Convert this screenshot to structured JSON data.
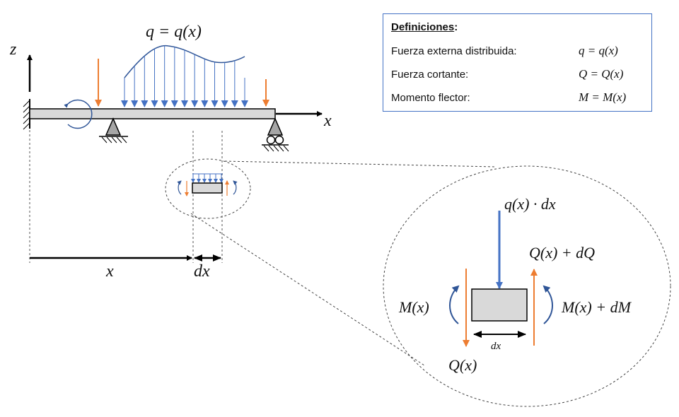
{
  "definitions": {
    "title": "Definiciones",
    "title_suffix": ":",
    "rows": [
      {
        "label": "Fuerza externa distribuida:",
        "equation": "q = q(x)"
      },
      {
        "label": "Fuerza cortante:",
        "equation": "Q = Q(x)"
      },
      {
        "label": "Momento flector:",
        "equation": "M = M(x)"
      }
    ]
  },
  "beam": {
    "load_label": "q = q(x)",
    "z_axis_label": "z",
    "x_axis_label": "x",
    "position_label": "x",
    "element_width_label": "dx"
  },
  "detail": {
    "distributed_load_label": "q(x) · dx",
    "shear_right_label": "Q(x) + dQ",
    "shear_left_label": "Q(x)",
    "moment_left_label": "M(x)",
    "moment_right_label": "M(x) + dM",
    "width_label": "dx"
  },
  "colors": {
    "load_blue": "#4472c4",
    "moment_blue": "#2f5597",
    "shear_orange": "#ed7d31",
    "beam_fill": "#d9d9d9",
    "support_fill": "#a6a6a6"
  }
}
